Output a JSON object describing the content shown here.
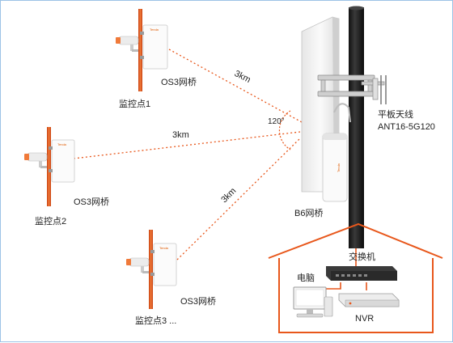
{
  "colors": {
    "accent": "#e8571b",
    "pole": "#1f1f1f",
    "border": "#9cc3e6"
  },
  "monitor_points": [
    {
      "name": "监控点1",
      "bridge": "OS3网桥",
      "distance": "3km"
    },
    {
      "name": "监控点2",
      "bridge": "OS3网桥",
      "distance": "3km"
    },
    {
      "name": "监控点3 ...",
      "bridge": "OS3网桥",
      "distance": "3km"
    }
  ],
  "center": {
    "angle": "120°",
    "antenna_name": "平板天线",
    "antenna_model": "ANT16-5G120",
    "bridge": "B6网桥"
  },
  "network": {
    "switch": "交换机",
    "computer": "电脑",
    "nvr": "NVR"
  },
  "brand_text": "Tenda"
}
